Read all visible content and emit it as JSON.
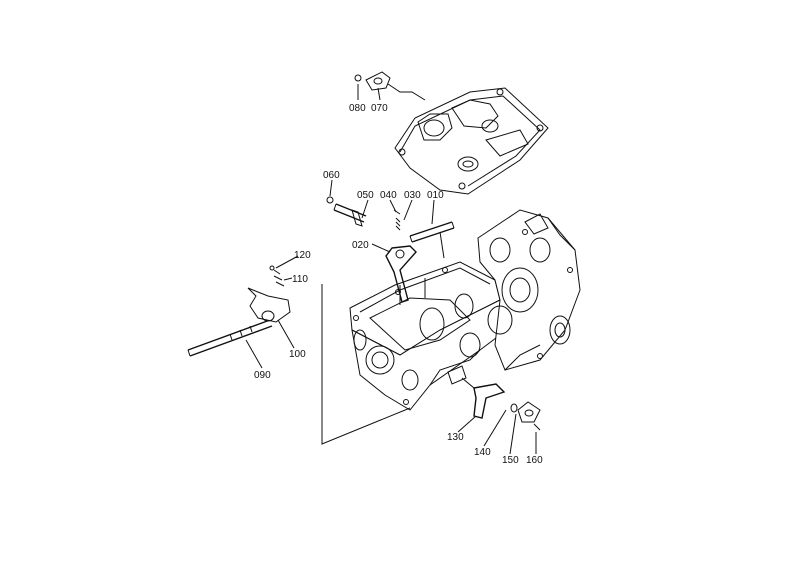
{
  "colors": {
    "ink": "#111111",
    "background": "#ffffff"
  },
  "callouts": [
    {
      "id": "080",
      "label": "080"
    },
    {
      "id": "070",
      "label": "070"
    },
    {
      "id": "060",
      "label": "060"
    },
    {
      "id": "050",
      "label": "050"
    },
    {
      "id": "040",
      "label": "040"
    },
    {
      "id": "030",
      "label": "030"
    },
    {
      "id": "010",
      "label": "010"
    },
    {
      "id": "020",
      "label": "020"
    },
    {
      "id": "120",
      "label": "120"
    },
    {
      "id": "110",
      "label": "110"
    },
    {
      "id": "100",
      "label": "100"
    },
    {
      "id": "090",
      "label": "090"
    },
    {
      "id": "130",
      "label": "130"
    },
    {
      "id": "140",
      "label": "140"
    },
    {
      "id": "150",
      "label": "150"
    },
    {
      "id": "160",
      "label": "160"
    }
  ]
}
